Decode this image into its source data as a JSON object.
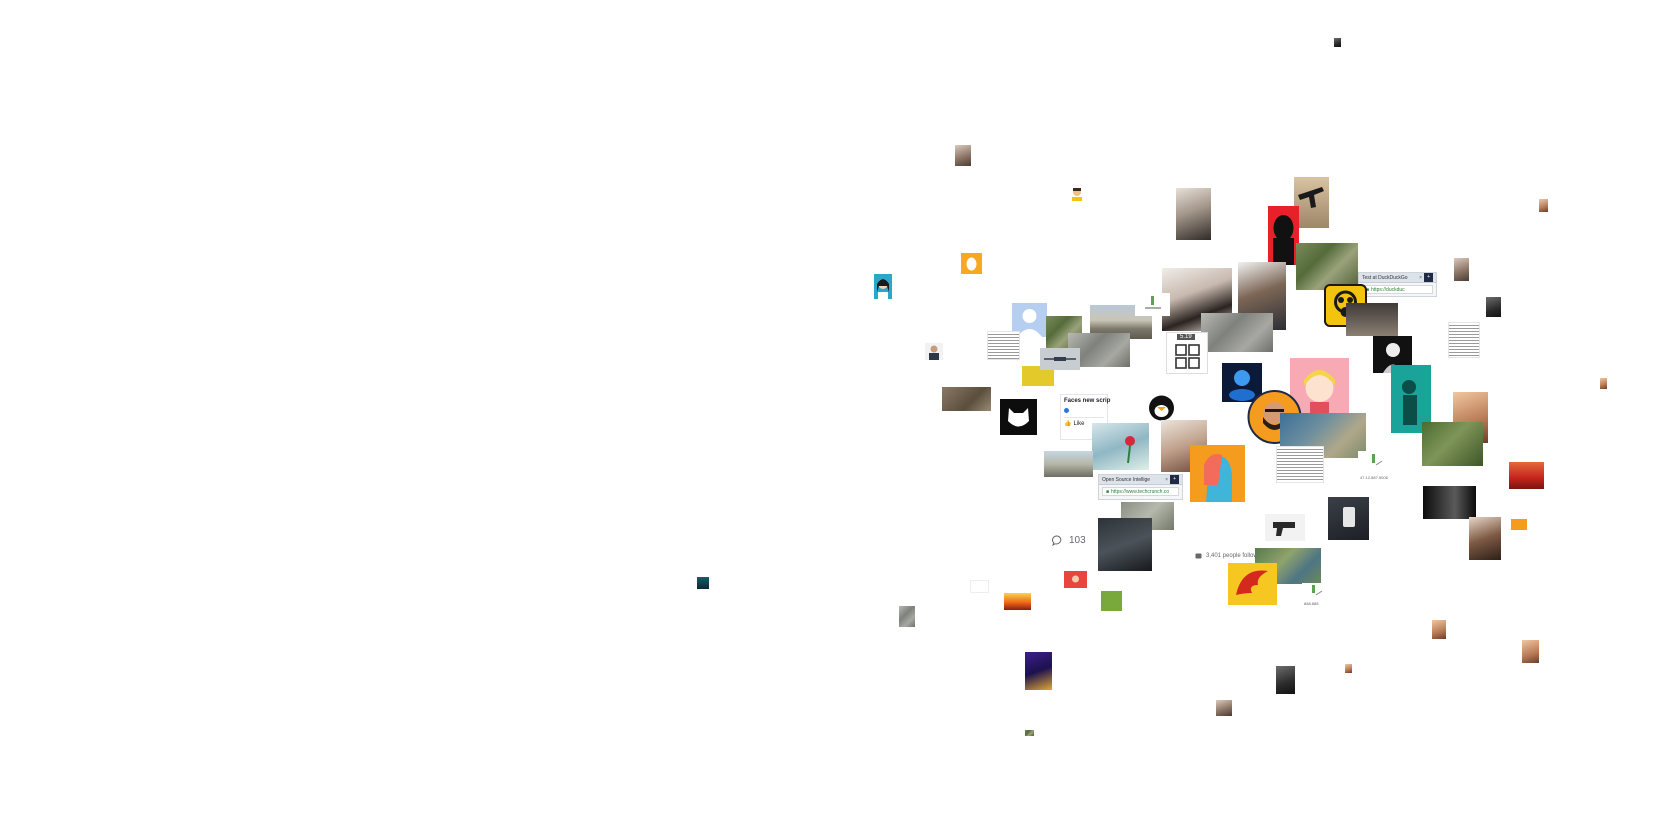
{
  "window": {
    "title": ""
  },
  "collage": {
    "accent_colors": {
      "orange": "#f7a823",
      "yellow": "#f2c40f",
      "red": "#e8202a",
      "teal": "#1aa398",
      "blue": "#2a77d6",
      "pink": "#f7a9b4",
      "navy": "#1f2a44"
    },
    "browser_duckduckgo": {
      "tab_label": "Test at DuckDuckGo",
      "url": "https://duckduc"
    },
    "browser_techcrunch": {
      "tab_label": "Open Source Intellige",
      "url": "https://www.techcrunch.co"
    },
    "post_card": {
      "title": "Faces new scrip",
      "like_label": "Like"
    },
    "comment_count": "103",
    "follow_text": "3,401 people follow this",
    "map_caption_1": "47.12.887.9006",
    "map_caption_2": "888.888",
    "badge_number": "5.19",
    "icons": {
      "gas_mask": "biohazard-gas-mask-icon",
      "cubes": "package-cubes-icon",
      "cat": "cat-face-icon",
      "person": "default-user-avatar-icon",
      "egg": "egg-avatar-icon",
      "comment": "comment-bubble-icon",
      "like": "thumbs-up-icon",
      "lock": "padlock-icon",
      "tux": "penguin-icon",
      "globe_user": "messenger-user-icon",
      "pin": "map-pin-icon"
    }
  }
}
